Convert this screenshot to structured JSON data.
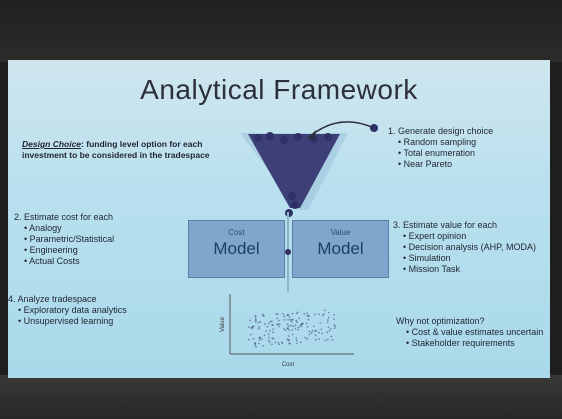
{
  "slide": {
    "title": "Analytical Framework",
    "design_choice": {
      "label": "Design Choice",
      "text": ": funding level option for each investment to be considered in the tradespace"
    },
    "step1": {
      "head": "1. Generate design choice",
      "items": [
        "Random sampling",
        "Total enumeration",
        "Near Pareto"
      ]
    },
    "step2": {
      "head": "2. Estimate cost for each",
      "items": [
        "Analogy",
        "Parametric/Statistical",
        "Engineering",
        "Actual Costs"
      ]
    },
    "step3": {
      "head": "3. Estimate value for each",
      "items": [
        "Expert opinion",
        "Decision analysis (AHP, MODA)",
        "Simulation",
        "Mission Task"
      ]
    },
    "step4": {
      "head": "4. Analyze tradespace",
      "items": [
        "Exploratory data analytics",
        "Unsupervised learning"
      ]
    },
    "why": {
      "head": "Why not optimization?",
      "items": [
        "Cost & value estimates uncertain",
        "Stakeholder requirements"
      ]
    },
    "cost_model": {
      "small": "Cost",
      "big": "Model"
    },
    "value_model": {
      "small": "Value",
      "big": "Model"
    },
    "scatter": {
      "xlabel": "Cost",
      "ylabel": "Value"
    },
    "colors": {
      "funnel": "#3d3f77",
      "box": "#7fa6cc",
      "text": "#1f2430"
    }
  }
}
